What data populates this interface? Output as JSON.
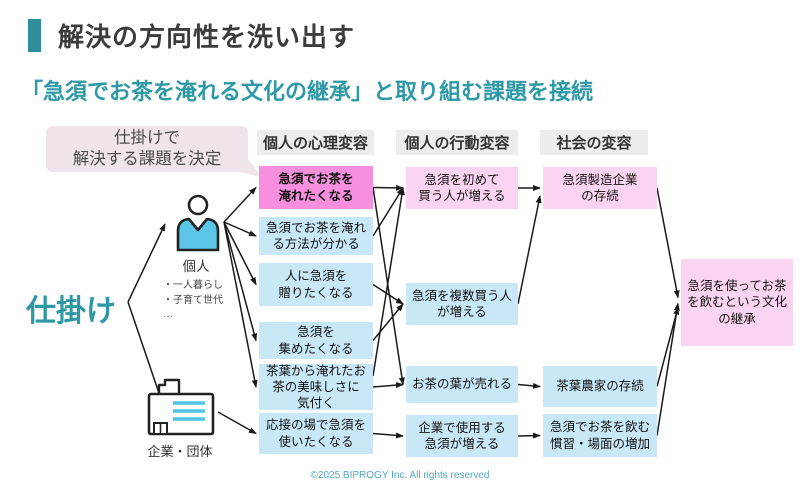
{
  "slide": {
    "title": "解決の方向性を洗い出す",
    "subtitle": "「急須でお茶を淹れる文化の継承」と取り組む課題を接続",
    "footer": "©2025 BIPROGY Inc. All rights reserved"
  },
  "callout": {
    "text": "仕掛けで\n解決する課題を決定"
  },
  "columns": [
    {
      "label": "個人の心理変容"
    },
    {
      "label": "個人の行動変容"
    },
    {
      "label": "社会の変容"
    }
  ],
  "actors": {
    "shikake": {
      "label": "仕掛け"
    },
    "kojin": {
      "label": "個人",
      "note": "・一人暮らし\n・子育て世代\n…",
      "icon": "person-icon"
    },
    "kigyo": {
      "label": "企業・団体",
      "icon": "building-icon"
    }
  },
  "diagram": {
    "nodes": {
      "p1": {
        "label": "急須でお茶を\n淹れたくなる",
        "tone": "highlight"
      },
      "p2": {
        "label": "急須でお茶を淹れ\nる方法が分かる",
        "tone": "blue"
      },
      "p3": {
        "label": "人に急須を\n贈りたくなる",
        "tone": "blue"
      },
      "p4": {
        "label": "急須を\n集めたくなる",
        "tone": "blue"
      },
      "p5": {
        "label": "茶葉から淹れたお\n茶の美味しさに\n気付く",
        "tone": "blue"
      },
      "p6": {
        "label": "応接の場で急須を\n使いたくなる",
        "tone": "blue"
      },
      "b1": {
        "label": "急須を初めて\n買う人が増える",
        "tone": "pink"
      },
      "b2": {
        "label": "急須を複数買う人\nが増える",
        "tone": "blue"
      },
      "b3": {
        "label": "お茶の葉が売れる",
        "tone": "blue"
      },
      "b4": {
        "label": "企業で使用する\n急須が増える",
        "tone": "blue"
      },
      "s1": {
        "label": "急須製造企業\nの存続",
        "tone": "pink"
      },
      "s2": {
        "label": "茶葉農家の存続",
        "tone": "blue"
      },
      "s3": {
        "label": "急須でお茶を飲む\n慣習・場面の増加",
        "tone": "blue"
      },
      "goal": {
        "label": "急須を使ってお茶\nを飲むという文化\nの継承",
        "tone": "pink"
      }
    },
    "edges": [
      {
        "from": "shikake",
        "to": "kojin"
      },
      {
        "from": "shikake",
        "to": "kigyo"
      },
      {
        "from": "kojin",
        "to": "p1"
      },
      {
        "from": "kojin",
        "to": "p2"
      },
      {
        "from": "kojin",
        "to": "p3"
      },
      {
        "from": "kojin",
        "to": "p4"
      },
      {
        "from": "kojin",
        "to": "p5"
      },
      {
        "from": "kigyo",
        "to": "p6"
      },
      {
        "from": "p1",
        "to": "b1"
      },
      {
        "from": "p2",
        "to": "b1"
      },
      {
        "from": "p5",
        "to": "b1"
      },
      {
        "from": "p3",
        "to": "b2"
      },
      {
        "from": "p4",
        "to": "b2"
      },
      {
        "from": "p1",
        "to": "b3"
      },
      {
        "from": "p5",
        "to": "b3"
      },
      {
        "from": "p6",
        "to": "b4"
      },
      {
        "from": "b1",
        "to": "s1"
      },
      {
        "from": "b2",
        "to": "s1"
      },
      {
        "from": "b3",
        "to": "s2"
      },
      {
        "from": "b4",
        "to": "s3"
      },
      {
        "from": "s1",
        "to": "goal"
      },
      {
        "from": "s2",
        "to": "goal"
      },
      {
        "from": "s3",
        "to": "goal"
      }
    ]
  },
  "colors": {
    "accent_teal": "#2D97A5",
    "title_bar": "#2E8E9E",
    "highlight_pink": "#F78FDE",
    "light_pink": "#FBD4F1",
    "light_blue": "#C8E8F8",
    "header_gray": "#EDEDED",
    "bubble_gray": "#EFE4EA",
    "footer_teal": "#4FA9BE",
    "icon_blue": "#5BC6E8"
  }
}
